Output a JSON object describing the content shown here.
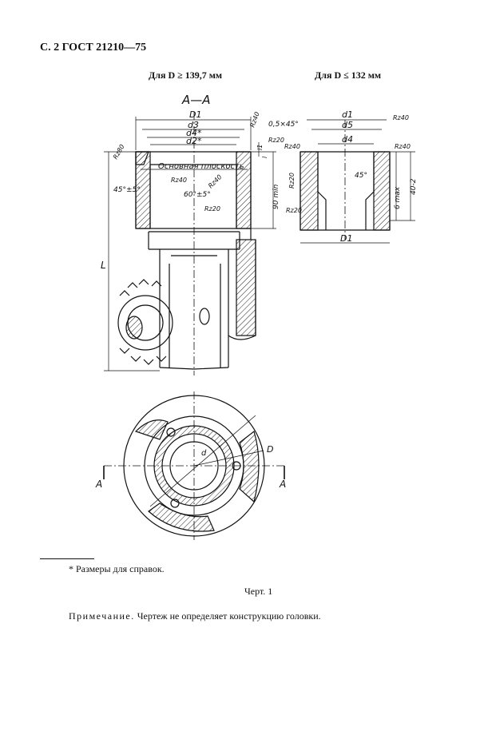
{
  "header": {
    "page_ref": "С. 2 ГОСТ 21210—75"
  },
  "captions": {
    "left": "Для D ≥ 139,7 мм",
    "right": "Для D ≤  132 мм"
  },
  "drawing": {
    "section_title": "А—А",
    "labels": {
      "D1": "D1",
      "d3": "d3",
      "d4star": "d4*",
      "d2star": "d2*",
      "d1": "d1",
      "d5": "d5",
      "d4": "d4",
      "chamfer": "0,5×45°",
      "angle_45": "45°±5°",
      "angle_60": "60°±5°",
      "angle_45b": "45°",
      "base_plane": "Основная плоскость",
      "ninety_min": "90 min",
      "six_max": "6 max",
      "forty": "40-2",
      "L": "L",
      "l1": "l1",
      "l": "l",
      "rz40": "Rz40",
      "rz20": "Rz20",
      "rz80": "Rz80",
      "A_left": "А",
      "A_right": "А",
      "D": "D",
      "d_small": "d"
    }
  },
  "footnote": "* Размеры для справок.",
  "figure_caption": "Черт. 1",
  "note": {
    "lead": "Примечание.",
    "text": " Чертеж не определяет конструкцию головки."
  }
}
